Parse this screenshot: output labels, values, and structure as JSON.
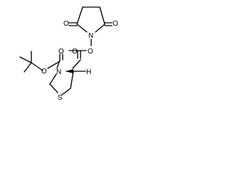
{
  "molecule": {
    "atoms": {
      "o_carbonyl_left_ring": "O",
      "n_succinimide": "N",
      "o_carbonyl_right_ring": "O",
      "o_ester_carbonyl": "O",
      "o_ester_bridge": "O",
      "n_thiazolidine": "N",
      "h_stereo": "H",
      "o_boc_carbonyl": "O",
      "o_boc_ether": "O",
      "s_thiazolidine": "S"
    }
  }
}
